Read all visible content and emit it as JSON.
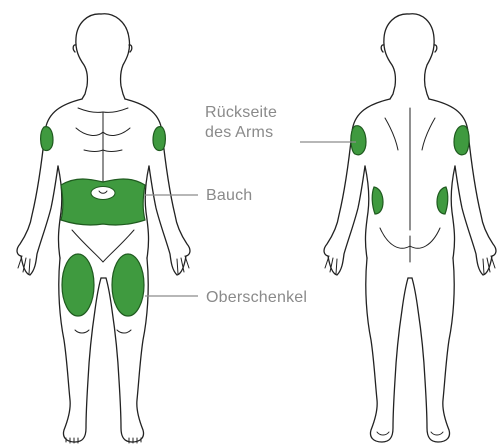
{
  "labels": {
    "arm_line1": "Rückseite",
    "arm_line2": "des Arms",
    "belly": "Bauch",
    "thigh": "Oberschenkel"
  },
  "colors": {
    "zone_fill": "#3f9a3f",
    "zone_stroke": "#1f5a1f",
    "outline": "#222222",
    "label_text": "#8a8a8a",
    "leader_line": "#8c8c8c",
    "background": "#ffffff"
  }
}
